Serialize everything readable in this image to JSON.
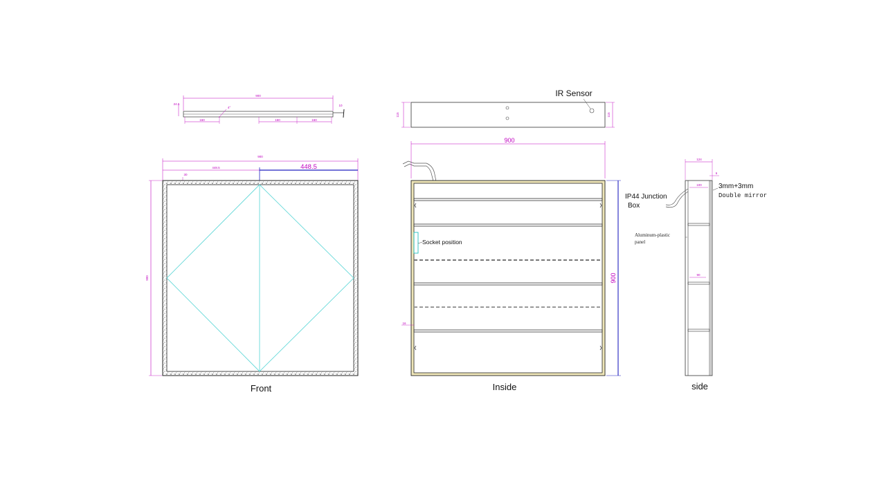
{
  "views": {
    "front": {
      "caption": "Front",
      "dims": {
        "width": "900",
        "left_half": "448.5",
        "right_half": "448.5",
        "height": "900",
        "frame": "30"
      }
    },
    "inside": {
      "caption": "Inside",
      "dims": {
        "width": "900",
        "height": "900",
        "small": "16"
      },
      "labels": {
        "socket": "Socket position"
      }
    },
    "side": {
      "caption": "side",
      "dims": {
        "depth": "124",
        "thickness": "6",
        "inner": "100",
        "shelf": "90"
      },
      "labels": {
        "junction_line1": "IP44 Junction",
        "junction_line2": "Box",
        "mirror_line1": "3mm+3mm",
        "mirror_line2": "Double mirror",
        "panel_line1": "Aluminum-plastic",
        "panel_line2": "panel"
      }
    },
    "top_left": {
      "dims": {
        "total": "900",
        "depth": "24.5",
        "part_a": "160",
        "part_b": "160",
        "part_c": "160",
        "angle": "4°",
        "small": "10"
      }
    },
    "top_right": {
      "labels": {
        "ir_sensor": "IR Sensor"
      },
      "dims": {
        "left": "115",
        "right": "115"
      }
    }
  },
  "colors": {
    "line": "#333333",
    "dimension": "#c000c0",
    "cyan_guides": "#66d9d9",
    "frame_fill": "#efe6b8",
    "blue_dim": "#2020c0"
  }
}
